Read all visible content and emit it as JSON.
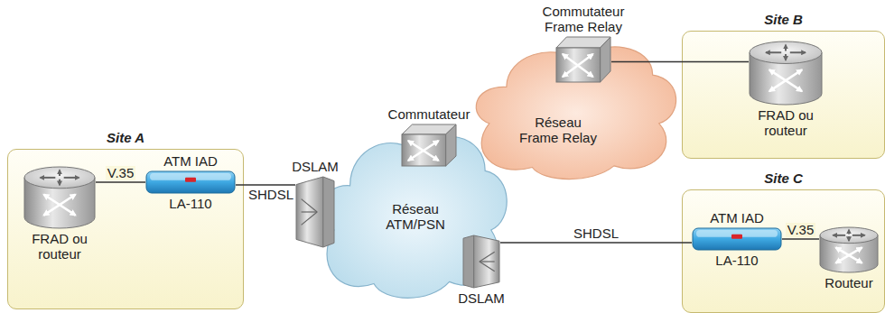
{
  "diagram": {
    "nodes": [
      {
        "text": [
          "Site A"
        ]
      },
      {
        "text": [
          "FRAD ou routeur"
        ],
        "in": 0
      },
      {
        "text": [
          "ATM IAD",
          "LA-110"
        ],
        "in": 0
      },
      {
        "text": [
          "DSLAM"
        ]
      },
      {
        "text": [
          "Réseau ATM/PSN"
        ]
      },
      {
        "text": [
          "Commutateur"
        ]
      },
      {
        "text": [
          "Réseau Frame Relay"
        ]
      },
      {
        "text": [
          "Commutateur Frame Relay"
        ]
      },
      {
        "text": [
          "Site B"
        ]
      },
      {
        "text": [
          "FRAD ou routeur"
        ],
        "in": 8
      },
      {
        "text": [
          "Site C"
        ]
      },
      {
        "text": [
          "ATM IAD",
          "LA-110"
        ],
        "in": 10
      },
      {
        "text": [
          "Routeur"
        ],
        "in": 10
      },
      {
        "text": [
          "DSLAM"
        ]
      }
    ],
    "edges": [
      {
        "from": 1,
        "to": 2,
        "label": "V.35",
        "arrow": "none"
      },
      {
        "from": 2,
        "to": 3,
        "label": "SHDSL",
        "arrow": "none"
      },
      {
        "from": 7,
        "to": 9,
        "arrow": "none"
      },
      {
        "from": 13,
        "to": 11,
        "label": "SHDSL",
        "arrow": "none"
      },
      {
        "from": 11,
        "to": 12,
        "label": "V.35",
        "arrow": "none"
      }
    ]
  }
}
